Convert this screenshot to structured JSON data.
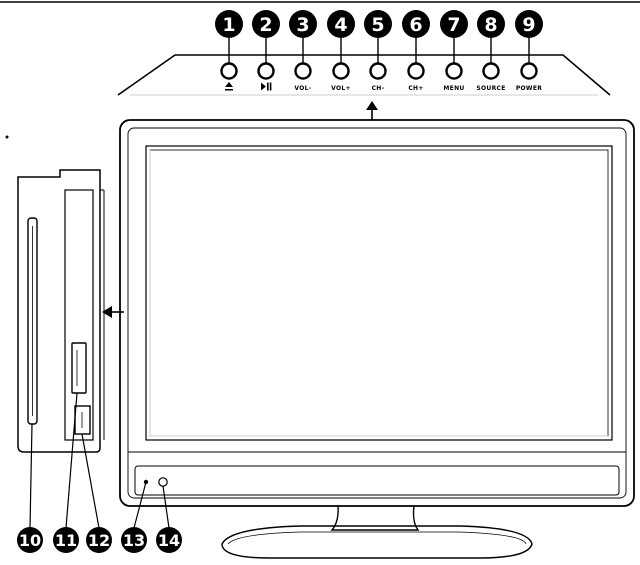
{
  "top_panel": {
    "buttons": [
      {
        "number": "1",
        "label": "",
        "icon": "eject-icon"
      },
      {
        "number": "2",
        "label": "",
        "icon": "play-pause-icon"
      },
      {
        "number": "3",
        "label": "VOL-"
      },
      {
        "number": "4",
        "label": "VOL+"
      },
      {
        "number": "5",
        "label": "CH-"
      },
      {
        "number": "6",
        "label": "CH+"
      },
      {
        "number": "7",
        "label": "MENU"
      },
      {
        "number": "8",
        "label": "SOURCE"
      },
      {
        "number": "9",
        "label": "POWER"
      }
    ]
  },
  "side_callouts": [
    "10",
    "11",
    "12"
  ],
  "front_callouts": [
    "13",
    "14"
  ],
  "colors": {
    "line": "#000000",
    "badge": "#000000",
    "screen_gray": "#cfcfcf"
  }
}
